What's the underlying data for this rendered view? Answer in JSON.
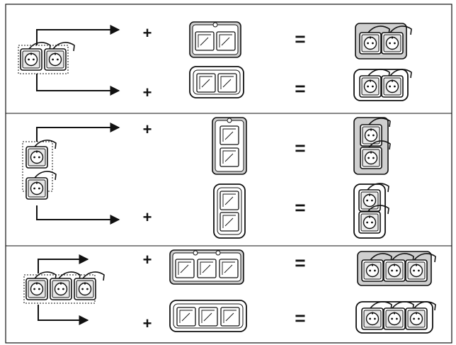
{
  "symbols": {
    "plus": "+",
    "equals": "="
  },
  "colors": {
    "line": "#111111",
    "fill": "#ffffff",
    "shade": "#cfcfcf"
  },
  "rows": [
    {
      "group": "horizontal-2",
      "variant": "surface-box"
    },
    {
      "group": "horizontal-2",
      "variant": "flush-frame"
    },
    {
      "group": "vertical-2",
      "variant": "surface-box"
    },
    {
      "group": "vertical-2",
      "variant": "flush-frame"
    },
    {
      "group": "horizontal-3",
      "variant": "surface-box"
    },
    {
      "group": "horizontal-3",
      "variant": "flush-frame"
    }
  ]
}
